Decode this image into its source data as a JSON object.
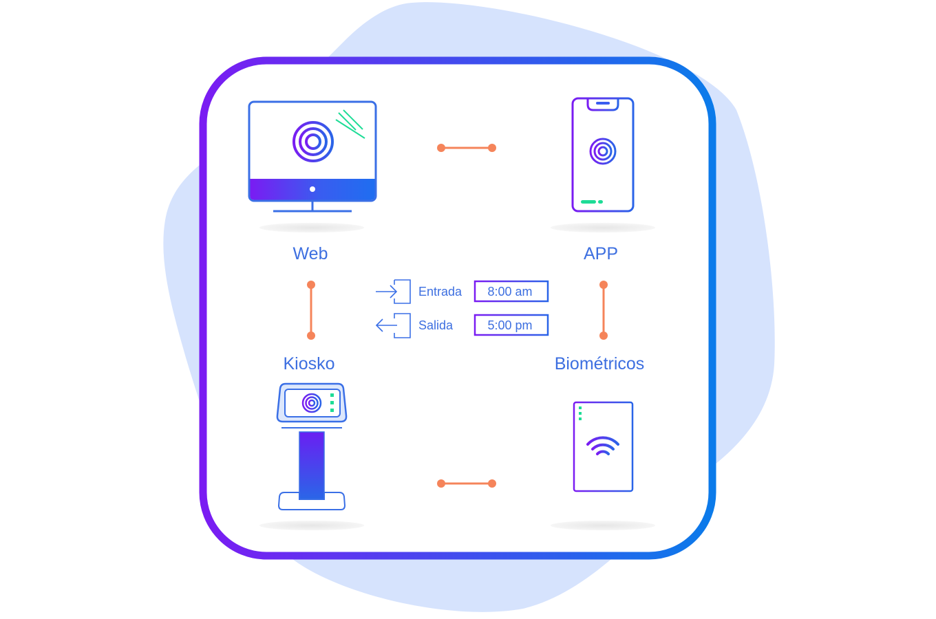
{
  "devices": {
    "web": {
      "label": "Web",
      "icon": "monitor-icon"
    },
    "app": {
      "label": "APP",
      "icon": "smartphone-icon"
    },
    "kiosk": {
      "label": "Kiosko",
      "icon": "kiosk-icon"
    },
    "biometric": {
      "label": "Biométricos",
      "icon": "biometric-reader-icon"
    }
  },
  "attendance": {
    "entry": {
      "label": "Entrada",
      "time": "8:00 am",
      "icon": "sign-in-icon"
    },
    "exit": {
      "label": "Salida",
      "time": "5:00 pm",
      "icon": "sign-out-icon"
    }
  },
  "colors": {
    "blob": "#D6E3FD",
    "frame_start": "#7A1CF2",
    "frame_end": "#0B7BEA",
    "label": "#3D6FE0",
    "connector": "#F5845A",
    "accent_green": "#1EDC96",
    "shadow": "#EDEDED"
  }
}
